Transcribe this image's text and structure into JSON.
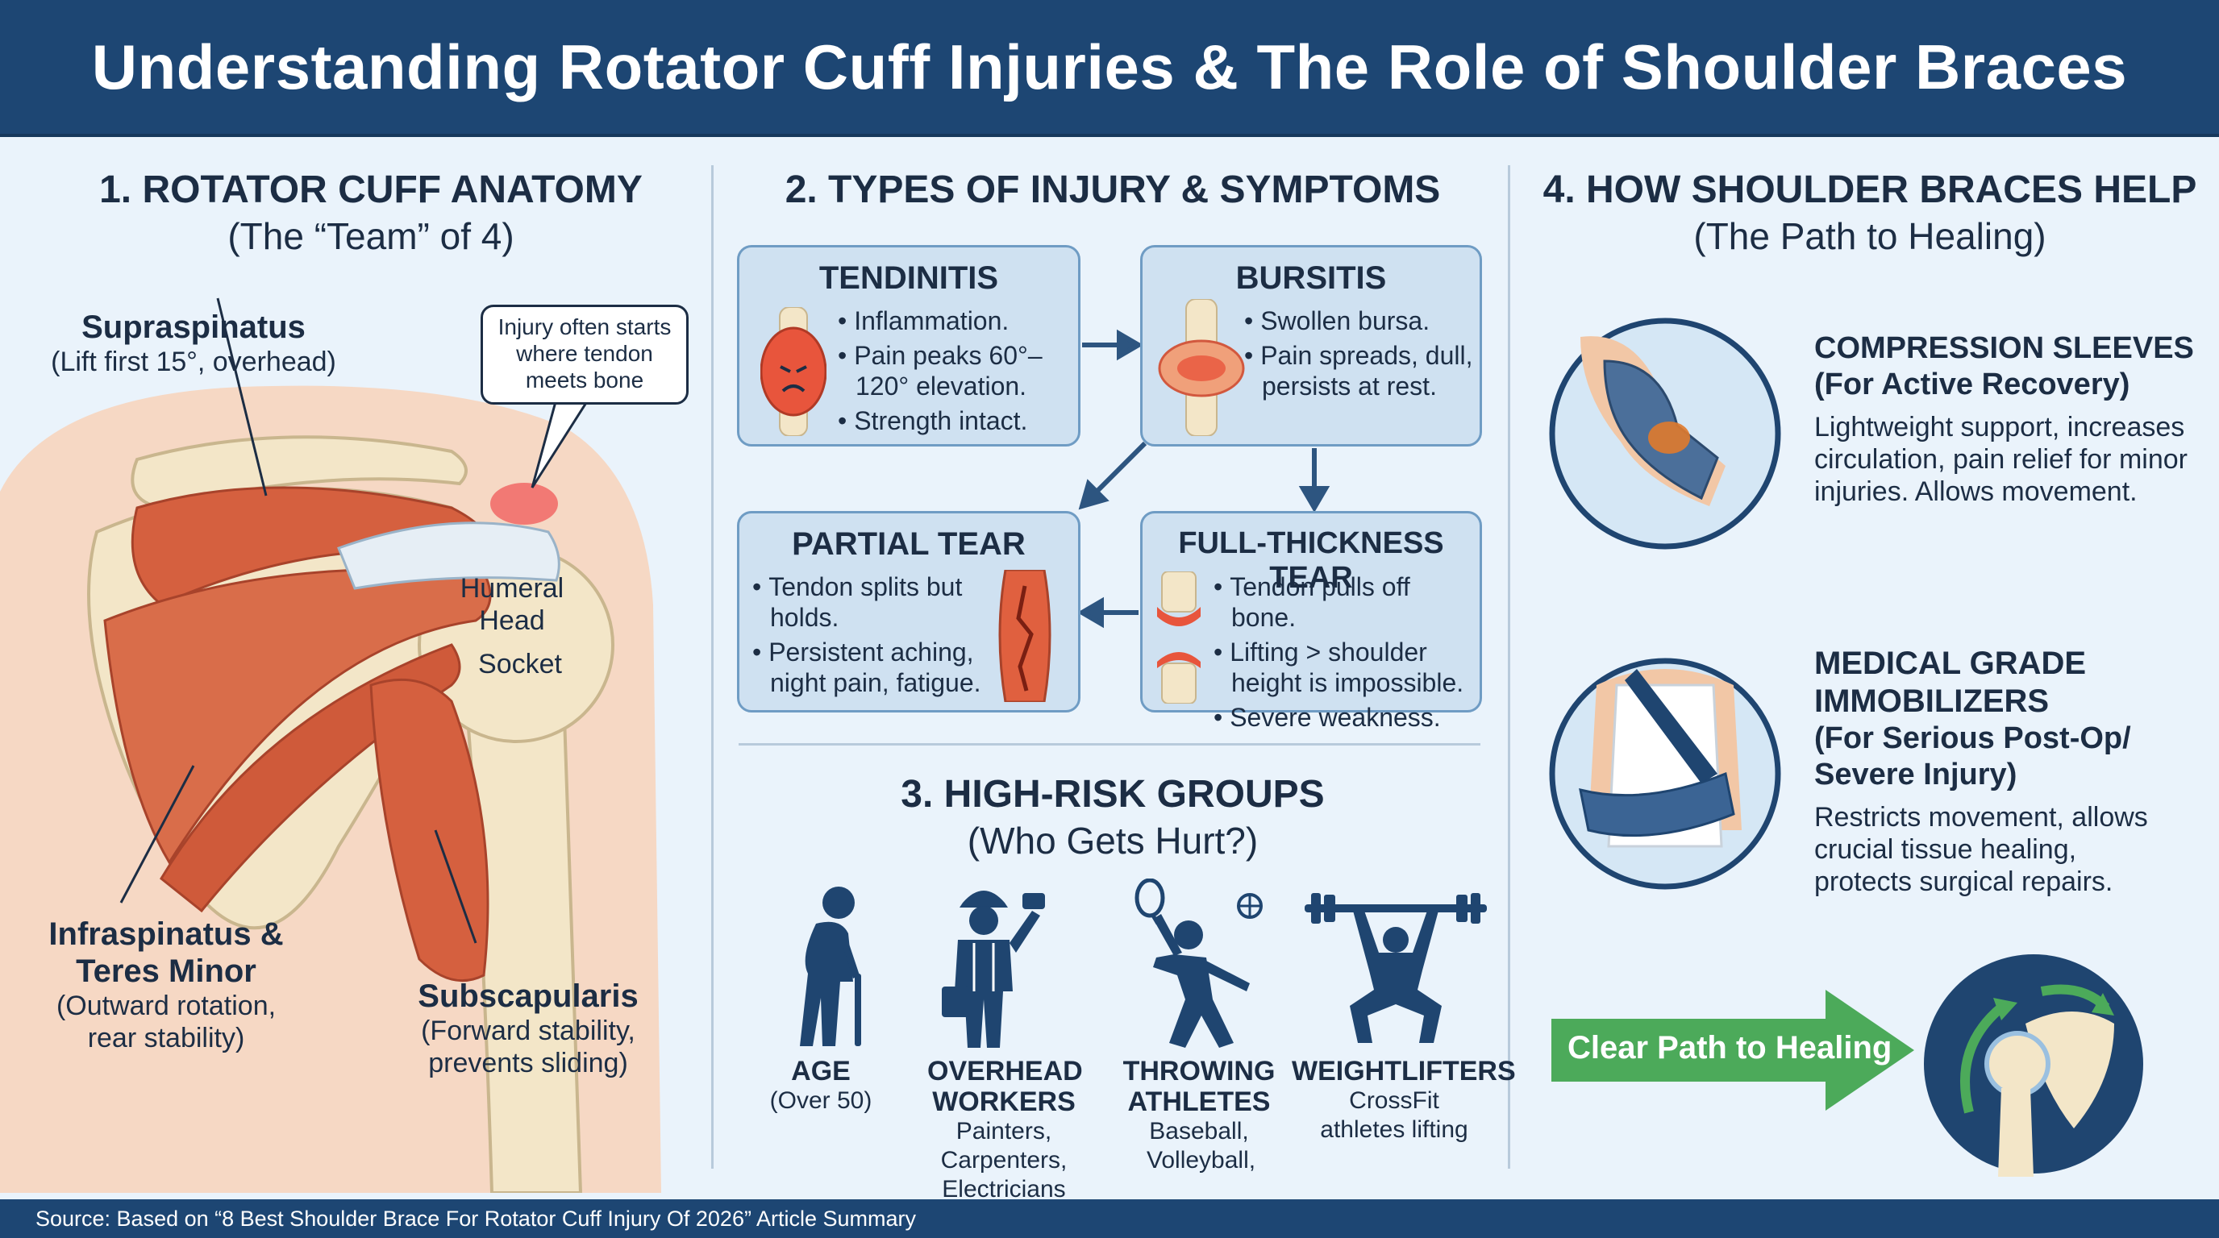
{
  "title": "Understanding Rotator Cuff Injuries & The Role of Shoulder Braces",
  "footer": "Source: Based on “8 Best Shoulder Brace For Rotator Cuff Injury Of 2026” Article Summary",
  "colors": {
    "header": "#1d4673",
    "card_fill": "#cfe1f1",
    "card_border": "#6f9cc4",
    "arrow": "#2d5580",
    "muscle": "#d5603f",
    "bone": "#f3e6c8",
    "cta_green": "#4caa5a"
  },
  "anatomy": {
    "title": "1. ROTATOR CUFF ANATOMY",
    "subtitle": "(The “Team” of 4)",
    "callout": "Injury often starts where tendon meets bone",
    "supraspinatus": {
      "name": "Supraspinatus",
      "desc": "(Lift first 15°, overhead)"
    },
    "humeral_head": "Humeral Head",
    "socket": "Socket",
    "infraspinatus": {
      "name": "Infraspinatus & Teres Minor",
      "desc": "(Outward rotation, rear stability)"
    },
    "subscapularis": {
      "name": "Subscapularis",
      "desc": "(Forward stability, prevents sliding)"
    }
  },
  "injuries": {
    "title": "2. TYPES OF INJURY & SYMPTOMS",
    "tendinitis": {
      "title": "TENDINITIS",
      "bullets": [
        "Inflammation.",
        "Pain peaks 60°–120° elevation.",
        "Strength intact."
      ]
    },
    "bursitis": {
      "title": "BURSITIS",
      "bullets": [
        "Swollen bursa.",
        "Pain spreads, dull, persists at rest."
      ]
    },
    "partial": {
      "title": "PARTIAL TEAR",
      "bullets": [
        "Tendon splits but holds.",
        "Persistent aching, night pain, fatigue."
      ]
    },
    "full": {
      "title": "FULL-THICKNESS TEAR",
      "bullets": [
        "Tendon pulls off bone.",
        "Lifting > shoulder height is impossible.",
        "Severe weakness."
      ]
    }
  },
  "groups": {
    "title": "3. HIGH-RISK GROUPS",
    "subtitle": "(Who Gets Hurt?)",
    "items": [
      {
        "title": "AGE",
        "sub": "(Over 50)",
        "icon": "elderly-person-icon"
      },
      {
        "title": "OVERHEAD WORKERS",
        "sub": "Painters, Carpenters, Electricians",
        "icon": "worker-painter-icon"
      },
      {
        "title": "THROWING ATHLETES",
        "sub": "Baseball, Volleyball,",
        "icon": "tennis-player-icon"
      },
      {
        "title": "WEIGHTLIFTERS",
        "sub": "CrossFit athletes lifting",
        "icon": "weightlifter-icon"
      }
    ]
  },
  "braces": {
    "title": "4. HOW SHOULDER BRACES HELP",
    "subtitle": "(The Path to Healing)",
    "compression": {
      "title1": "COMPRESSION SLEEVES",
      "title2": "(For Active Recovery)",
      "desc": "Lightweight support, increases circulation, pain relief for minor injuries. Allows movement."
    },
    "immobilizer": {
      "title1": "MEDICAL GRADE IMMOBILIZERS",
      "title2": "(For Serious Post-Op/ Severe Injury)",
      "desc": "Restricts movement, allows crucial tissue healing, protects surgical repairs."
    },
    "cta": "Clear Path to Healing"
  }
}
